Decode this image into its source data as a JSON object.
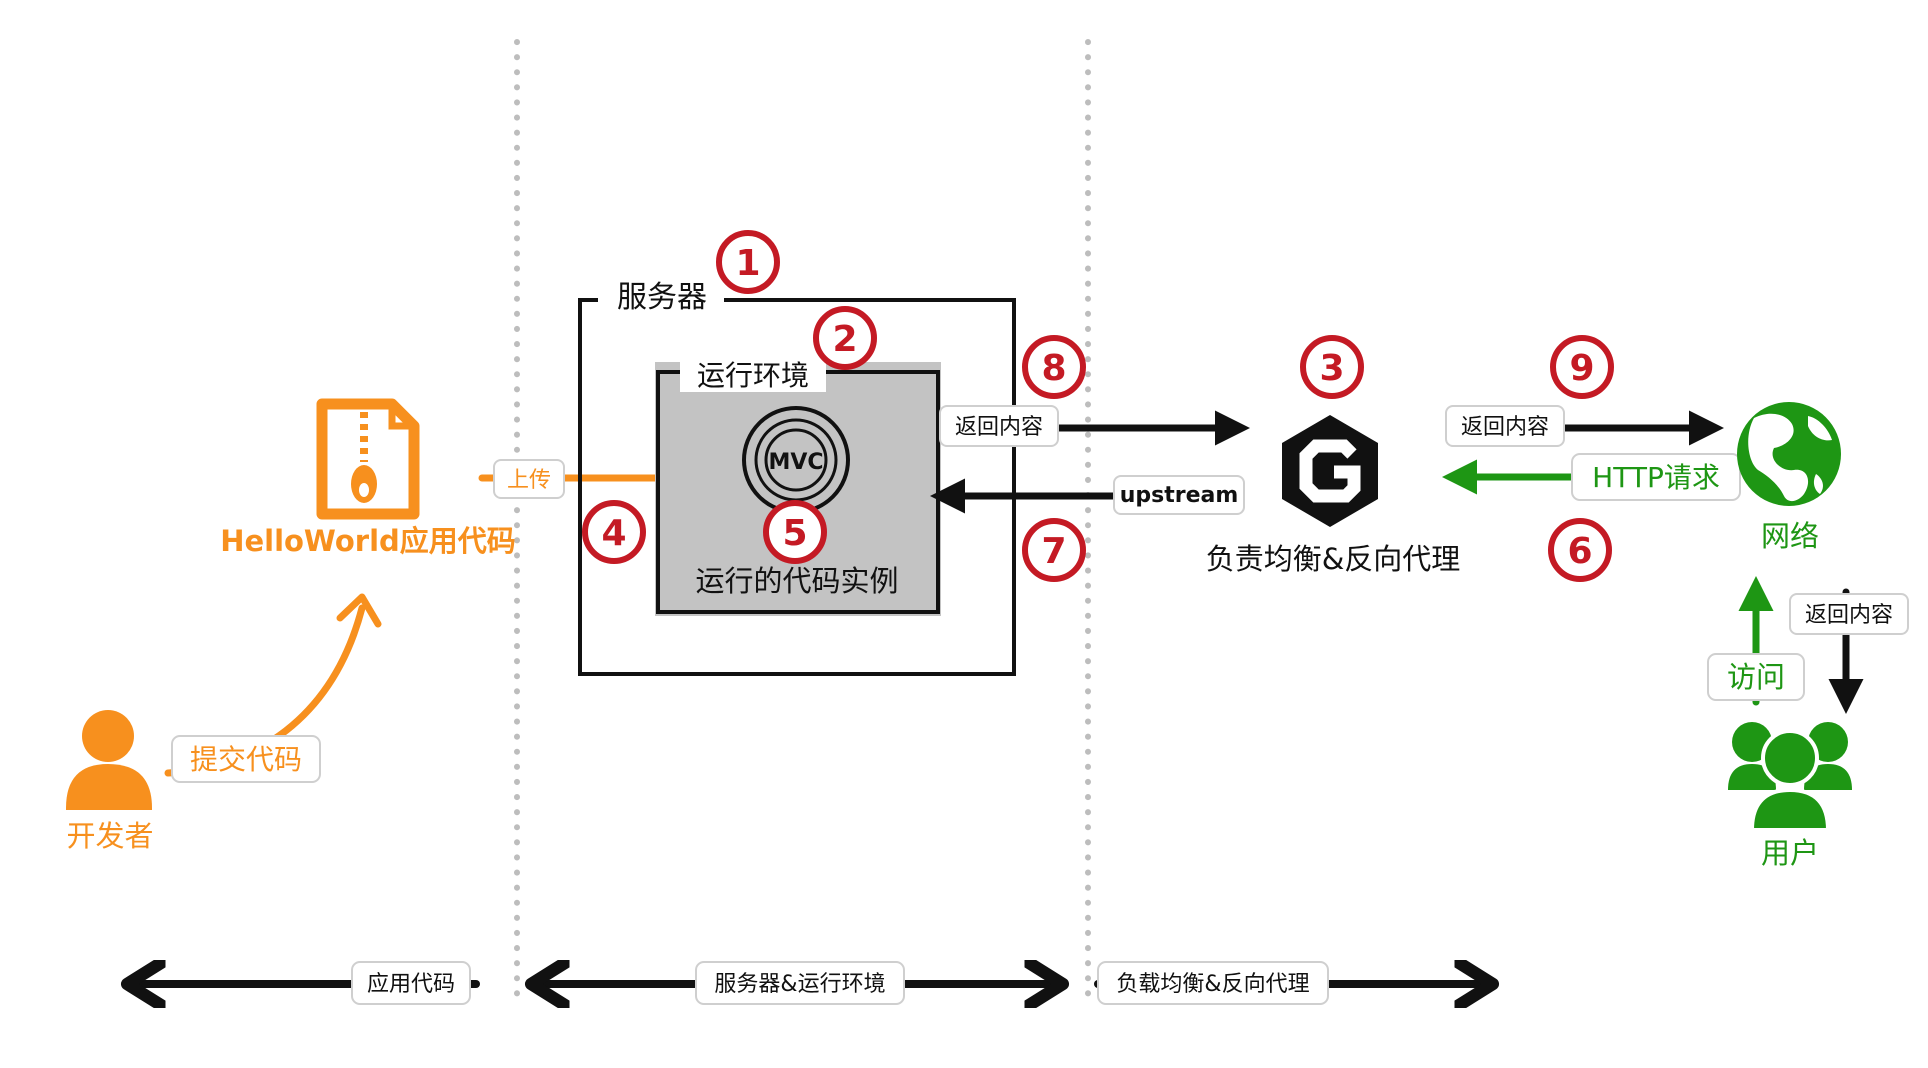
{
  "colors": {
    "orange": "#F7901E",
    "green": "#1E9614",
    "red": "#C41A24",
    "black": "#111111",
    "gray_box": "#C3C3C3",
    "divider": "#BDBDBD"
  },
  "developer": {
    "label": "开发者",
    "icon": "person-icon"
  },
  "commit": {
    "label": "提交代码"
  },
  "app_code": {
    "label": "HelloWorld应用代码",
    "icon": "zip-file-icon"
  },
  "upload": {
    "label": "上传"
  },
  "server": {
    "label": "服务器",
    "step": "1"
  },
  "runtime": {
    "label": "运行环境",
    "step": "2",
    "instance_label": "运行的代码实例",
    "mvc": "MVC",
    "step_instance": "5"
  },
  "step4": "4",
  "return_to_lb": {
    "label": "返回内容",
    "step": "8"
  },
  "upstream": {
    "label": "upstream",
    "step": "7"
  },
  "load_balancer": {
    "label": "负责均衡&反向代理",
    "step": "3",
    "icon": "nginx-g-icon"
  },
  "return_to_net": {
    "label": "返回内容",
    "step": "9"
  },
  "http_request": {
    "label": "HTTP请求",
    "step": "6"
  },
  "network": {
    "label": "网络",
    "icon": "globe-icon"
  },
  "visit": {
    "label": "访问"
  },
  "return_to_user": {
    "label": "返回内容"
  },
  "users": {
    "label": "用户",
    "icon": "users-icon"
  },
  "legend": {
    "app_code": "应用代码",
    "server_runtime": "服务器&运行环境",
    "lb_proxy": "负载均衡&反向代理"
  }
}
